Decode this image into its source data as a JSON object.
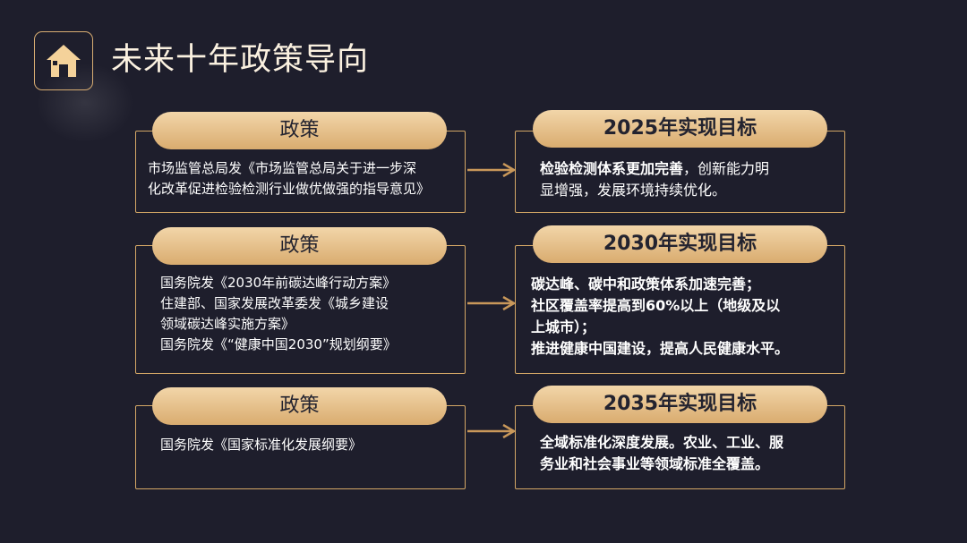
{
  "header": {
    "title": "未来十年政策导向",
    "icon": "home-icon"
  },
  "colors": {
    "background": "#1e1e2c",
    "accent_gold": "#d4a766",
    "pill_gold_light": "#f2d6a9",
    "pill_gold_dark": "#d9ac6f"
  },
  "rows": [
    {
      "policy_label": "政策",
      "policy_lines": [
        "市场监管总局发《市场监管总局关于进一步深",
        "化改革促进检验检测行业做优做强的指导意见》"
      ],
      "target_label": "2025年实现目标",
      "target_lines": [
        {
          "bold": "检验检测体系更加完善",
          "rest": "，创新能力明"
        },
        {
          "bold": "",
          "rest": "显增强，发展环境持续优化。"
        }
      ]
    },
    {
      "policy_label": "政策",
      "policy_lines": [
        "国务院发《2030年前碳达峰行动方案》",
        "住建部、国家发展改革委发《城乡建设",
        "领域碳达峰实施方案》",
        "国务院发《“健康中国2030”规划纲要》"
      ],
      "target_label": "2030年实现目标",
      "target_lines": [
        "碳达峰、碳中和政策体系加速完善；",
        "社区覆盖率提高到60%以上（地级及以",
        "上城市）；",
        "推进健康中国建设，提高人民健康水平。"
      ]
    },
    {
      "policy_label": "政策",
      "policy_lines": [
        "国务院发《国家标准化发展纲要》"
      ],
      "target_label": "2035年实现目标",
      "target_lines": [
        "全域标准化深度发展。农业、工业、服",
        "务业和社会事业等领域标准全覆盖。"
      ]
    }
  ]
}
